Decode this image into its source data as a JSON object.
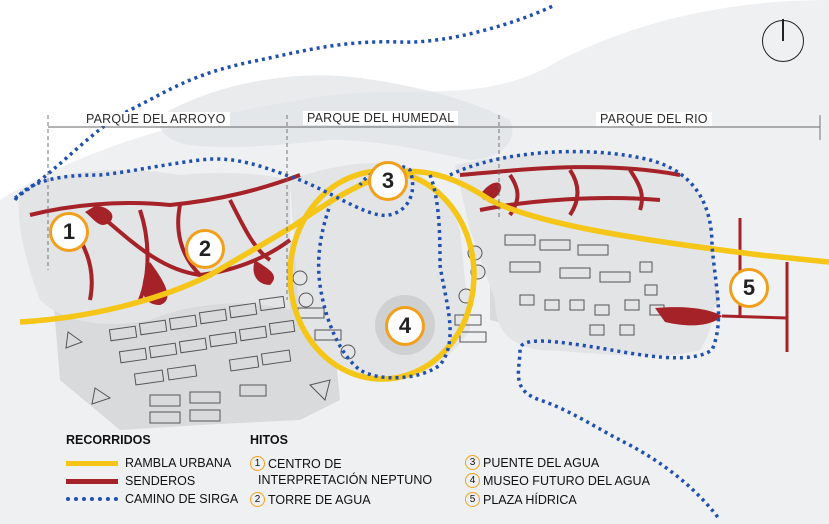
{
  "zones": [
    {
      "label": "PARQUE DEL ARROYO"
    },
    {
      "label": "PARQUE DEL HUMEDAL"
    },
    {
      "label": "PARQUE DEL RIO"
    }
  ],
  "markers": [
    {
      "number": "1"
    },
    {
      "number": "2"
    },
    {
      "number": "3"
    },
    {
      "number": "4"
    },
    {
      "number": "5"
    }
  ],
  "legend": {
    "recorridos_title": "RECORRIDOS",
    "recorridos": [
      {
        "label": "RAMBLA URBANA",
        "color": "#f5c518"
      },
      {
        "label": "SENDEROS",
        "color": "#a52228"
      },
      {
        "label": "CAMINO DE SIRGA",
        "color": "#1f4fb0"
      }
    ],
    "hitos_title": "HITOS",
    "hitos": [
      {
        "number": "1",
        "label_line1": "CENTRO DE",
        "label_line2": "INTERPRETACIÓN NEPTUNO"
      },
      {
        "number": "2",
        "label": "TORRE DE AGUA"
      },
      {
        "number": "3",
        "label": "PUENTE DEL AGUA"
      },
      {
        "number": "4",
        "label": "MUSEO FUTURO DEL AGUA"
      },
      {
        "number": "5",
        "label": "PLAZA HÍDRICA"
      }
    ]
  },
  "colors": {
    "rambla": "#f5c518",
    "senderos": "#a52228",
    "sirga": "#1f4fb0",
    "marker_ring": "#f2a01c",
    "land": "#e4e5e7",
    "urban": "#d6d7d9"
  }
}
